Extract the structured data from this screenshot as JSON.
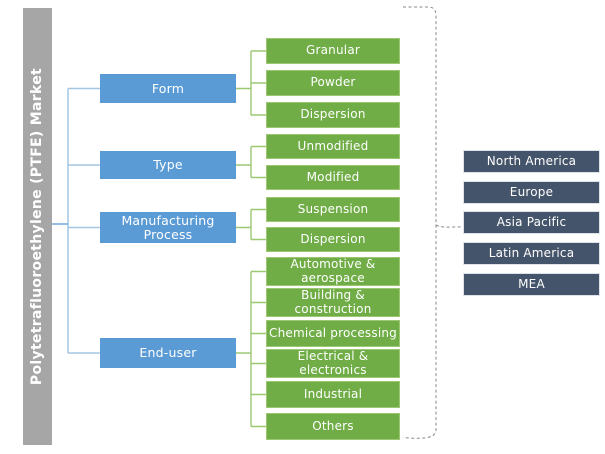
{
  "diagram_title": "Polytetrafluoroethylene (PTFE) Market",
  "segments": [
    {
      "label": "Form",
      "items": [
        "Granular",
        "Powder",
        "Dispersion"
      ]
    },
    {
      "label": "Type",
      "items": [
        "Unmodified",
        "Modified"
      ]
    },
    {
      "label": "Manufacturing Process",
      "items": [
        "Suspension",
        "Dispersion"
      ]
    },
    {
      "label": "End-user",
      "items": [
        "Automotive & aerospace",
        "Building & construction",
        "Chemical processing",
        "Electrical & electronics",
        "Industrial",
        "Others"
      ]
    }
  ],
  "regions": [
    "North America",
    "Europe",
    "Asia Pacific",
    "Latin America",
    "MEA"
  ],
  "colors": {
    "segment_blue": "#5B9BD5",
    "item_green": "#70AD47",
    "item_green_border": "#9CC873",
    "region_navy": "#44546A",
    "bar_gray": "#A6A6A6",
    "connector_blue": "#A4C7E4",
    "connector_green": "#9CC873",
    "brace_gray": "#8A8A8A"
  }
}
